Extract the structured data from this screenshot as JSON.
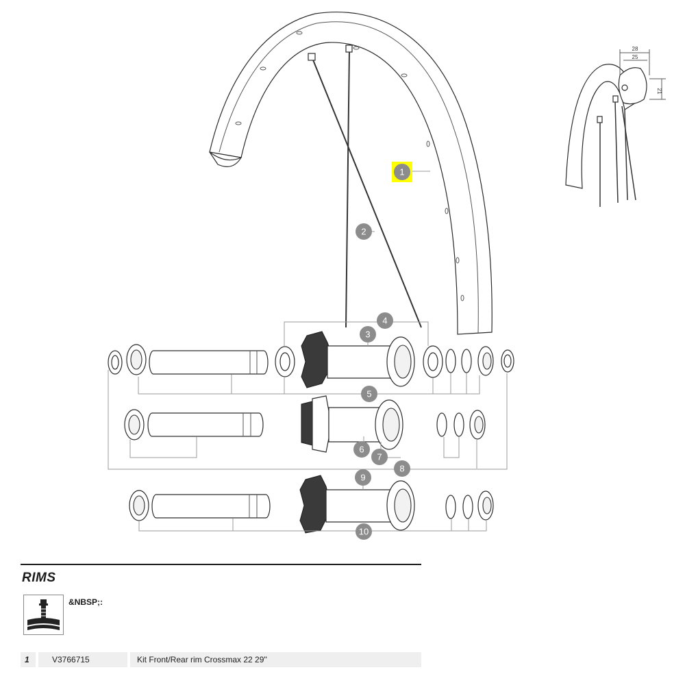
{
  "diagram": {
    "callouts": [
      "1",
      "2",
      "3",
      "4",
      "5",
      "6",
      "7",
      "8",
      "9",
      "10"
    ],
    "highlighted_callout": "1",
    "dimensions": {
      "outer_width": "28",
      "inner_width": "25",
      "height": "21"
    }
  },
  "section": {
    "title": "RIMS",
    "valve_icon": "tubeless-valve-icon",
    "note": "&NBSP;:"
  },
  "parts_table": [
    {
      "ref": "1",
      "code": "V3766715",
      "description": "Kit Front/Rear rim Crossmax 22 29''"
    }
  ],
  "colors": {
    "highlight": "#ffff00",
    "callout": "#8c8c8c",
    "line": "#9a9a9a"
  }
}
